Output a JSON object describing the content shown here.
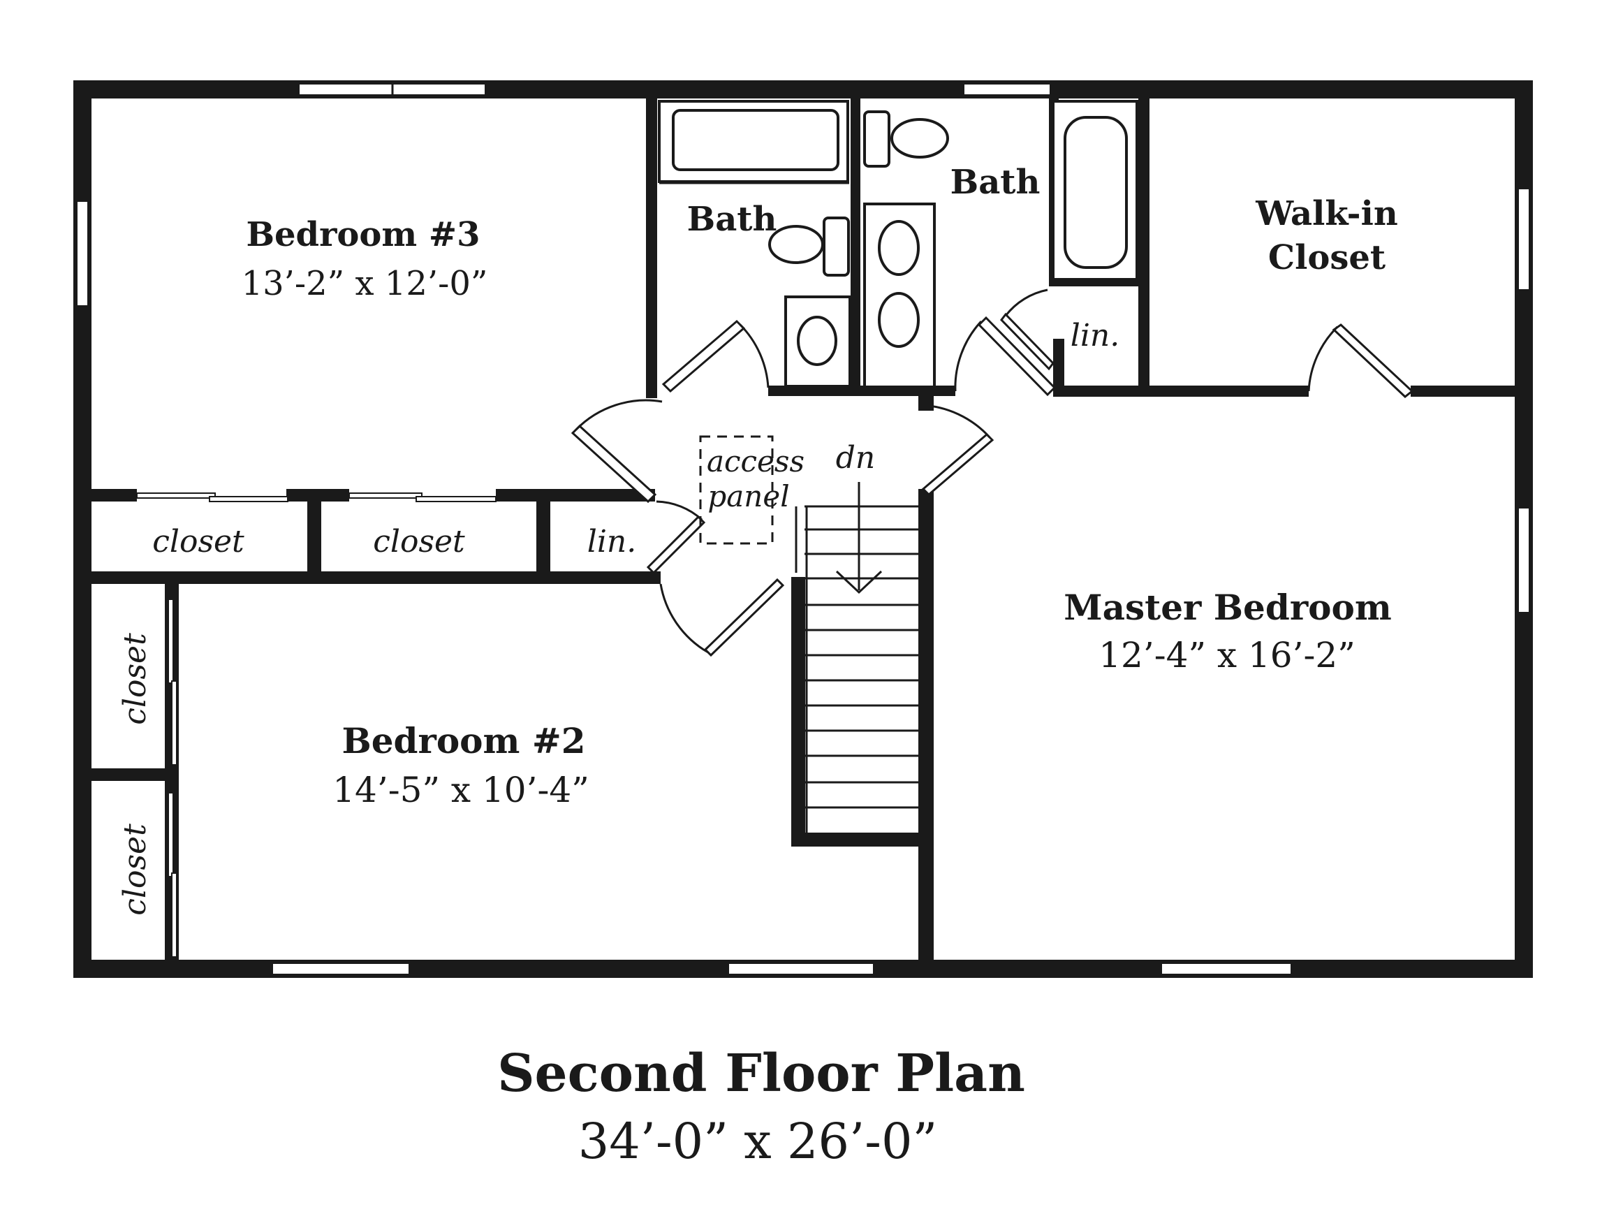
{
  "rooms": {
    "bedroom3": {
      "name": "Bedroom #3",
      "size": "13’-2” x 12’-0”"
    },
    "bedroom2": {
      "name": "Bedroom #2",
      "size": "14’-5” x 10’-4”"
    },
    "master": {
      "name": "Master Bedroom",
      "size": "12’-4” x 16’-2”"
    },
    "bath_hall": {
      "name": "Bath"
    },
    "bath_master": {
      "name": "Bath"
    },
    "walkin": {
      "line1": "Walk-in",
      "line2": "Closet"
    }
  },
  "labels": {
    "closet_a": "closet",
    "closet_b": "closet",
    "closet_c": "closet",
    "closet_d": "closet",
    "linen_hall": "lin.",
    "linen_master": "lin.",
    "access1": "access",
    "access2": "panel",
    "stairs": "dn"
  },
  "plan": {
    "title": "Second Floor Plan",
    "size": "34’-0” x 26’-0”"
  },
  "colors": {
    "ink": "#1a1a1a",
    "paper": "#ffffff"
  }
}
